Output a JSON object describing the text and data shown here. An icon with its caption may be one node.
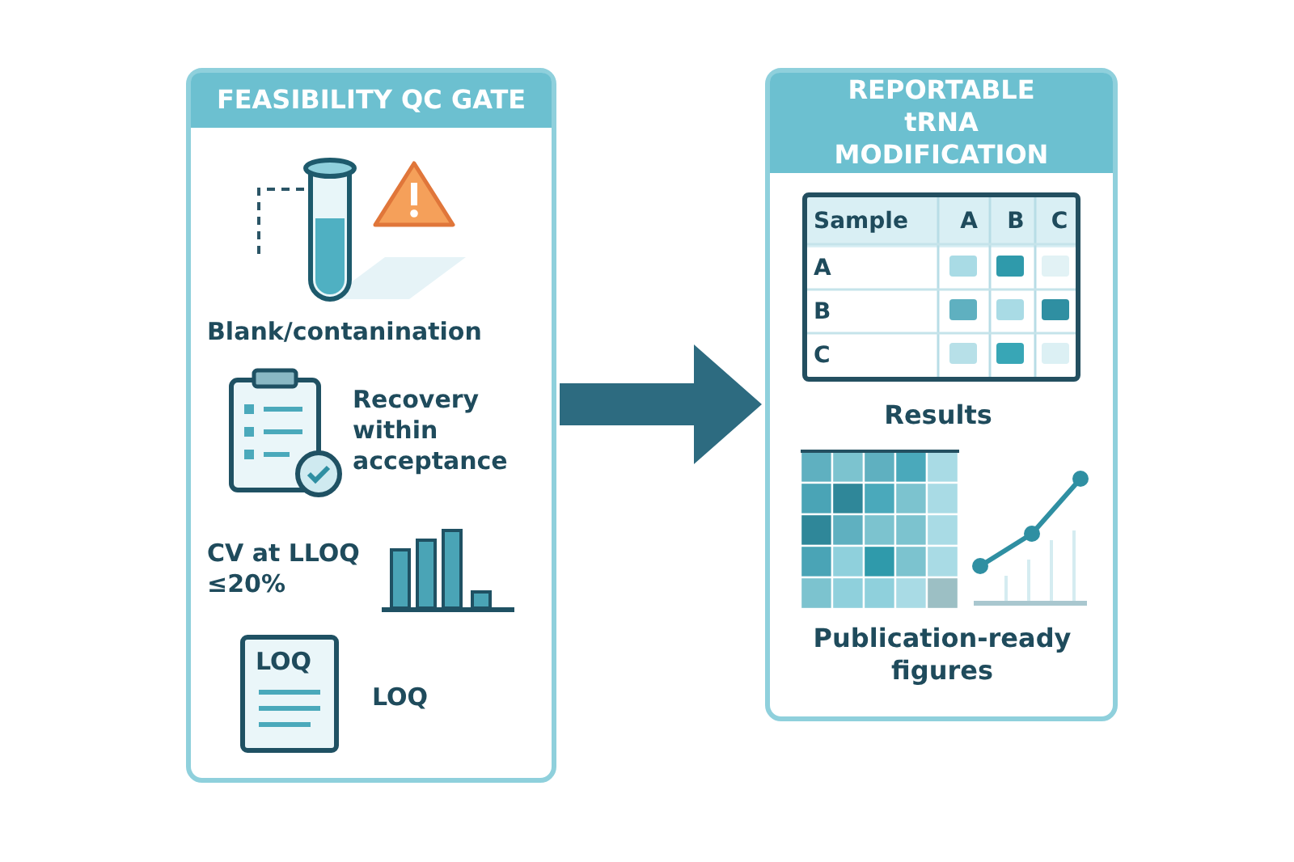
{
  "diagram": {
    "nodes": [
      {
        "text": [
          "FEASIBILITY QC GATE"
        ]
      },
      {
        "text": [
          "REPORTABLE tRNA MODIFICATION"
        ]
      }
    ],
    "edges": [
      {
        "from": 0,
        "to": 1,
        "arrow": "to",
        "style": "thick"
      }
    ],
    "labels": [
      "Blank/contanination",
      "Recovery within acceptance",
      "CV at LLOQ ≤20%",
      "LOQ",
      "LOQ",
      "Sample",
      "A",
      "B",
      "C",
      "A",
      "B",
      "C",
      "Results",
      "Publication-ready figures"
    ]
  }
}
